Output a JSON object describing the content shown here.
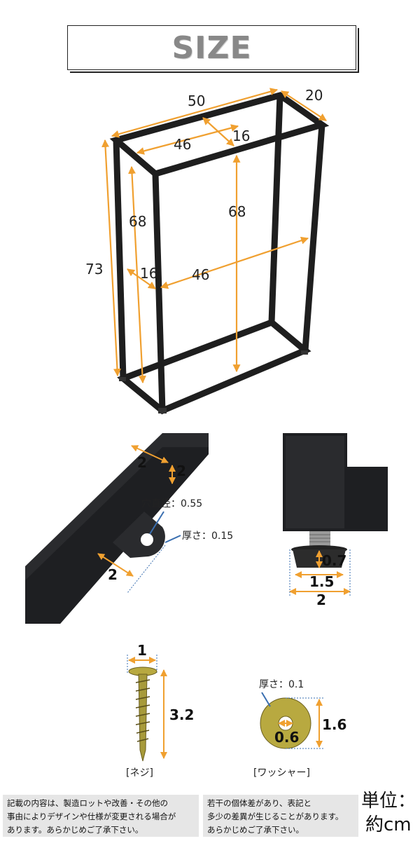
{
  "title": "SIZE",
  "frame_dims": {
    "width_top": "50",
    "depth_top": "20",
    "inner_width_top": "46",
    "inner_depth_top": "16",
    "height_total": "73",
    "inner_height_left": "68",
    "inner_height_center": "68",
    "inner_depth_bottom": "16",
    "inner_width_bottom": "46"
  },
  "pipe_detail": {
    "width": "2",
    "height": "2",
    "tab_width": "2",
    "hole_label": "穴直径：0.55",
    "thickness_label": "厚さ：0.15"
  },
  "foot_detail": {
    "height": "0.7",
    "inner_diameter": "1.5",
    "outer_diameter": "2"
  },
  "screw": {
    "head": "1",
    "length": "3.2",
    "caption": "[ネジ]"
  },
  "washer": {
    "thickness_label": "厚さ：0.1",
    "outer": "1.6",
    "inner": "0.6",
    "caption": "[ワッシャー]"
  },
  "notes": {
    "left": [
      "記載の内容は、製造ロットや改善・その他の",
      "事由によりデザインや仕様が変更される場合が",
      "あります。あらかじめご了承下さい。"
    ],
    "right": [
      "若干の個体差があり、表記と",
      "多少の差異が生じることがあります。",
      "あらかじめご了承下さい。"
    ]
  },
  "unit": {
    "label": "単位：",
    "value": "約cm"
  },
  "colors": {
    "accent": "#f0a030",
    "frame": "#1e1e1e",
    "notice_bg": "#e6e6e6"
  }
}
